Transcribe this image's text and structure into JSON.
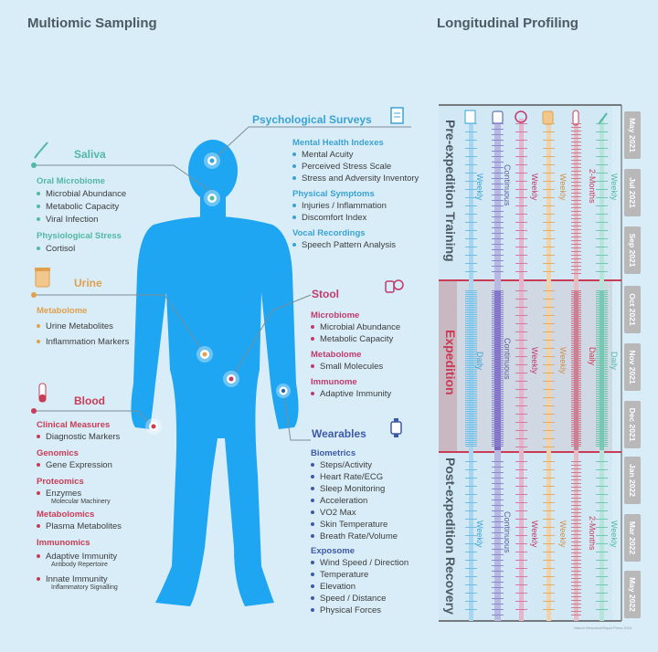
{
  "titles": {
    "left": "Multiomic Sampling",
    "right": "Longitudinal Profiling"
  },
  "colors": {
    "saliva": "#52b8a3",
    "urine": "#e0a04c",
    "blood": "#c83c55",
    "psych": "#3aa3d4",
    "stool": "#c03a6c",
    "wearable": "#3d5aa8",
    "body": "#1fa6f2"
  },
  "icons": [
    "pipette-icon",
    "specimen-cup-icon",
    "blood-tube-icon",
    "survey-clipboard-icon",
    "stool-sample-icon",
    "smartwatch-icon"
  ],
  "saliva": {
    "title": "Saliva",
    "groups": [
      {
        "heading": "Oral Microbiome",
        "items": [
          "Microbial Abundance",
          "Metabolic Capacity",
          "Viral Infection"
        ]
      },
      {
        "heading": "Physiological Stress",
        "items": [
          "Cortisol"
        ]
      }
    ]
  },
  "urine": {
    "title": "Urine",
    "groups": [
      {
        "heading": "Metabolome",
        "items": [
          "Urine Metabolites",
          "Inflammation Markers"
        ]
      }
    ]
  },
  "blood": {
    "title": "Blood",
    "groups": [
      {
        "heading": "Clinical Measures",
        "items": [
          "Diagnostic Markers"
        ]
      },
      {
        "heading": "Genomics",
        "items": [
          "Gene Expression"
        ]
      },
      {
        "heading": "Proteomics",
        "items": [
          "Enzymes"
        ],
        "note": "Molecular Machinery"
      },
      {
        "heading": "Metabolomics",
        "items": [
          "Plasma Metabolites"
        ]
      },
      {
        "heading": "Immunomics",
        "items": [
          "Adaptive Immunity",
          "Innate Immunity"
        ],
        "notes": [
          "Antibody Repertoire",
          "Inflammatory Signalling"
        ]
      }
    ]
  },
  "psych": {
    "title": "Psychological Surveys",
    "groups": [
      {
        "heading": "Mental Health Indexes",
        "items": [
          "Mental Acuity",
          "Perceived Stress Scale",
          "Stress and Adversity Inventory"
        ]
      },
      {
        "heading": "Physical Symptoms",
        "items": [
          "Injuries / Inflammation",
          "Discomfort Index"
        ]
      },
      {
        "heading": "Vocal Recordings",
        "items": [
          "Speech Pattern Analysis"
        ]
      }
    ]
  },
  "stool": {
    "title": "Stool",
    "groups": [
      {
        "heading": "Microbiome",
        "items": [
          "Microbial Abundance",
          "Metabolic Capacity"
        ]
      },
      {
        "heading": "Metabolome",
        "items": [
          "Small Molecules"
        ]
      },
      {
        "heading": "Immunome",
        "items": [
          "Adaptive Immunity"
        ]
      }
    ]
  },
  "wearables": {
    "title": "Wearables",
    "groups": [
      {
        "heading": "Biometrics",
        "items": [
          "Steps/Activity",
          "Heart Rate/ECG",
          "Sleep Monitoring",
          "Acceleration",
          "VO2 Max",
          "Skin Temperature",
          "Breath Rate/Volume"
        ]
      },
      {
        "heading": "Exposome",
        "items": [
          "Wind Speed / Direction",
          "Temperature",
          "Elevation",
          "Speed / Distance",
          "Physical Forces"
        ]
      }
    ]
  },
  "timeline": {
    "phases": [
      "Pre-expedition Training",
      "Expedition",
      "Post-expedition Recovery"
    ],
    "months": [
      "May 2021",
      "Jul 2021",
      "Sep 2021",
      "Oct 2021",
      "Nov 2021",
      "Dec 2021",
      "Jan 2022",
      "Mar 2022",
      "May 2022"
    ],
    "columns": [
      {
        "name": "survey",
        "labels": [
          "Weekly",
          "Daily",
          "Weekly"
        ]
      },
      {
        "name": "wearable",
        "labels": [
          "Continuous",
          "Continuous",
          "Continuous"
        ]
      },
      {
        "name": "stool",
        "labels": [
          "Weekly",
          "Weekly",
          "Weekly"
        ]
      },
      {
        "name": "urine",
        "labels": [
          "Weekly",
          "Weekly",
          "Weekly"
        ]
      },
      {
        "name": "blood",
        "labels": [
          "2-Months",
          "Daily",
          "2-Months"
        ]
      },
      {
        "name": "saliva",
        "labels": [
          "Weekly",
          "Daily",
          "Weekly"
        ]
      }
    ],
    "credit": "Nature Research/Rapid Press 2024"
  }
}
